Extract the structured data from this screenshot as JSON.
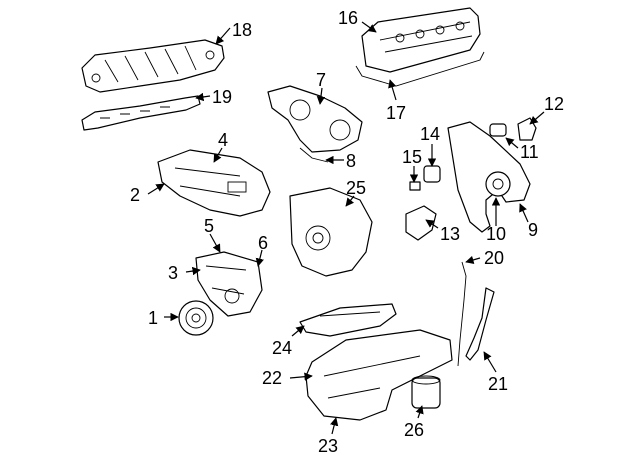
{
  "diagram": {
    "callouts": [
      {
        "id": "1",
        "text": "1"
      },
      {
        "id": "2",
        "text": "2"
      },
      {
        "id": "3",
        "text": "3"
      },
      {
        "id": "4",
        "text": "4"
      },
      {
        "id": "5",
        "text": "5"
      },
      {
        "id": "6",
        "text": "6"
      },
      {
        "id": "7",
        "text": "7"
      },
      {
        "id": "8",
        "text": "8"
      },
      {
        "id": "9",
        "text": "9"
      },
      {
        "id": "10",
        "text": "10"
      },
      {
        "id": "11",
        "text": "11"
      },
      {
        "id": "12",
        "text": "12"
      },
      {
        "id": "13",
        "text": "13"
      },
      {
        "id": "14",
        "text": "14"
      },
      {
        "id": "15",
        "text": "15"
      },
      {
        "id": "16",
        "text": "16"
      },
      {
        "id": "17",
        "text": "17"
      },
      {
        "id": "18",
        "text": "18"
      },
      {
        "id": "19",
        "text": "19"
      },
      {
        "id": "20",
        "text": "20"
      },
      {
        "id": "21",
        "text": "21"
      },
      {
        "id": "22",
        "text": "22"
      },
      {
        "id": "23",
        "text": "23"
      },
      {
        "id": "24",
        "text": "24"
      },
      {
        "id": "25",
        "text": "25"
      },
      {
        "id": "26",
        "text": "26"
      }
    ]
  }
}
